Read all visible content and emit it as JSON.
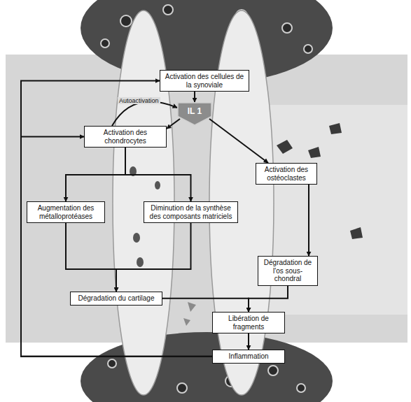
{
  "diagram": {
    "nodes": [
      {
        "text": [
          "Activation des cellules de la synoviale"
        ]
      },
      {
        "text": [
          "IL 1"
        ]
      },
      {
        "text": [
          "Activation des chondrocytes"
        ]
      },
      {
        "text": [
          "Activation des ostéoclastes"
        ]
      },
      {
        "text": [
          "Augmentation des métalloprotéases"
        ]
      },
      {
        "text": [
          "Diminution de la synthèse des composants matriciels"
        ]
      },
      {
        "text": [
          "Dégradation de l'os sous-chondral"
        ]
      },
      {
        "text": [
          "Dégradation du cartilage"
        ]
      },
      {
        "text": [
          "Libération de fragments"
        ]
      },
      {
        "text": [
          "Inflammation"
        ]
      }
    ],
    "edges": [
      {
        "from": 0,
        "to": 1,
        "arrow": "to"
      },
      {
        "from": 1,
        "to": 2,
        "arrow": "to"
      },
      {
        "from": 1,
        "to": 3,
        "arrow": "to"
      },
      {
        "from": 2,
        "to": 1,
        "label": "Autoactivation",
        "arrow": "to"
      },
      {
        "from": 2,
        "to": 4,
        "arrow": "to"
      },
      {
        "from": 2,
        "to": 5,
        "arrow": "to"
      },
      {
        "from": 4,
        "to": 7,
        "arrow": "to"
      },
      {
        "from": 5,
        "to": 7,
        "arrow": "to"
      },
      {
        "from": 3,
        "to": 6,
        "arrow": "to"
      },
      {
        "from": 7,
        "to": 8,
        "arrow": "to"
      },
      {
        "from": 6,
        "to": 8,
        "arrow": "to"
      },
      {
        "from": 8,
        "to": 9,
        "arrow": "to"
      },
      {
        "from": 9,
        "to": 0,
        "arrow": "to"
      },
      {
        "from": 9,
        "to": 2,
        "arrow": "to"
      }
    ]
  }
}
